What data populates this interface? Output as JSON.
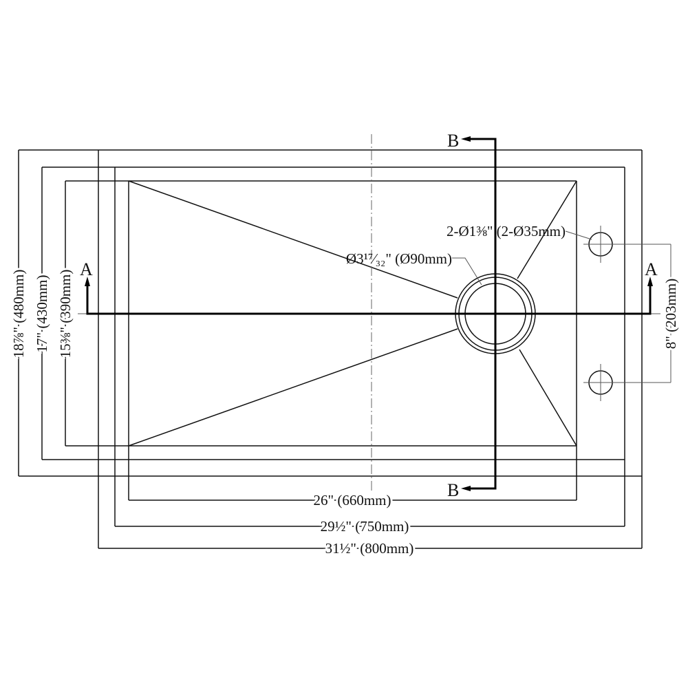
{
  "title": "Sink top view dimension drawing",
  "section_labels": {
    "a_left": "A",
    "a_right": "A",
    "b_top": "B",
    "b_bottom": "B"
  },
  "dimensions": {
    "bowl_width": "26\" (660mm)",
    "mid_width": "29½\" (750mm)",
    "overall_width": "31½\" (800mm)",
    "overall_depth": "18⅞\" (480mm)",
    "mid_depth": "17\" (430mm)",
    "bowl_depth": "15⅜\" (390mm)",
    "hole_spacing": "8\" (203mm)",
    "drain_diameter": "Ø3¹⁷⁄₃₂\" (Ø90mm)",
    "faucet_holes": "2-Ø1⅜\" (2-Ø35mm)"
  }
}
